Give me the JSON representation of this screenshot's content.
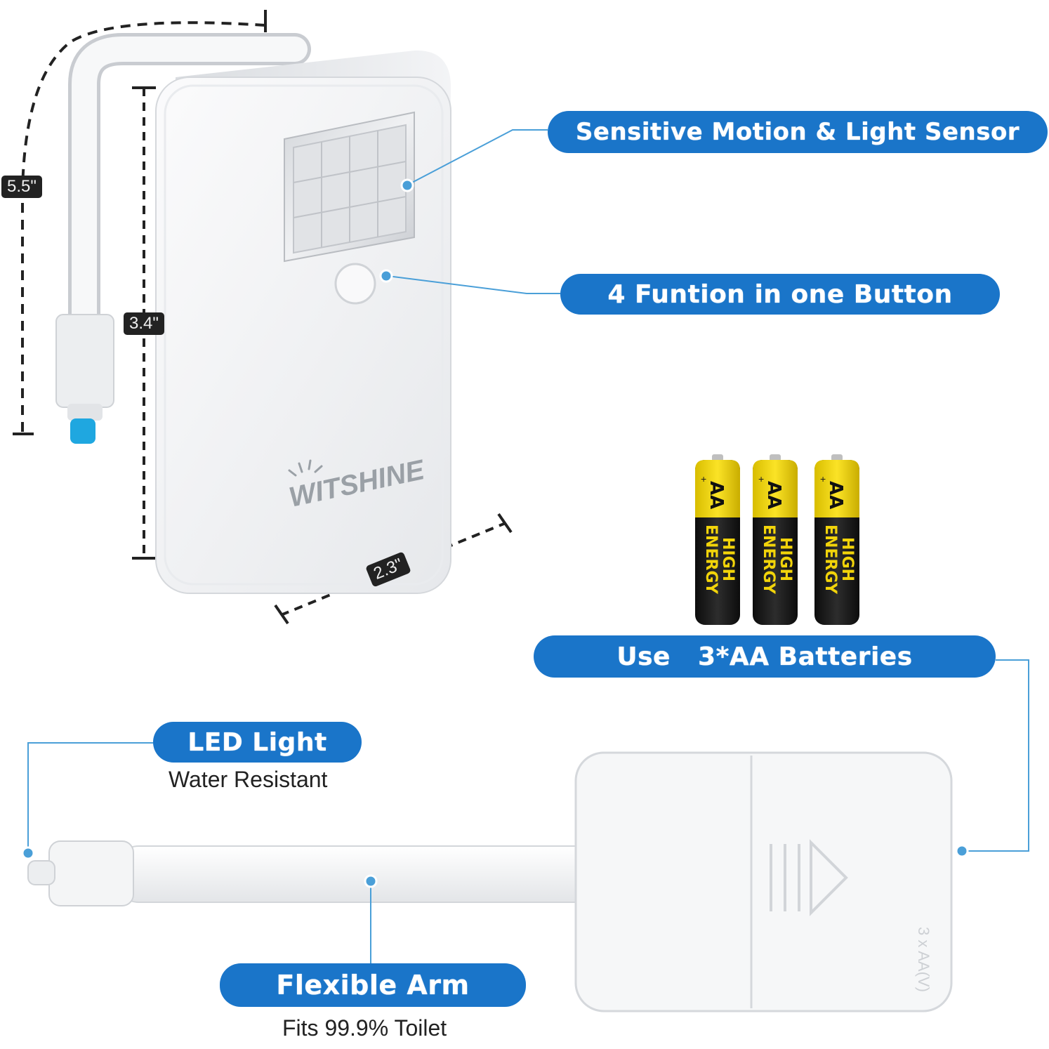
{
  "callouts": {
    "sensor": "Sensitive Motion & Light Sensor",
    "button": "4 Funtion in one Button",
    "batteries": "Use   3*AA Batteries",
    "led": "LED Light",
    "led_sub": "Water Resistant",
    "arm": "Flexible Arm",
    "arm_sub": "Fits 99.9% Toilet"
  },
  "dimensions": {
    "overall_height": "5.5\"",
    "body_height": "3.4\"",
    "body_width": "2.3\""
  },
  "brand": "WITSHINE",
  "battery": {
    "size": "AA",
    "line1": "HIGH",
    "line2": "ENERGY",
    "count": 3
  },
  "back_label": "3 x AA(V)",
  "colors": {
    "accent": "#1a75c9",
    "leader": "#4a9fd8",
    "battery_yellow": "#f2d40a",
    "battery_black": "#1b1b1b",
    "led": "#1fa7e0"
  }
}
